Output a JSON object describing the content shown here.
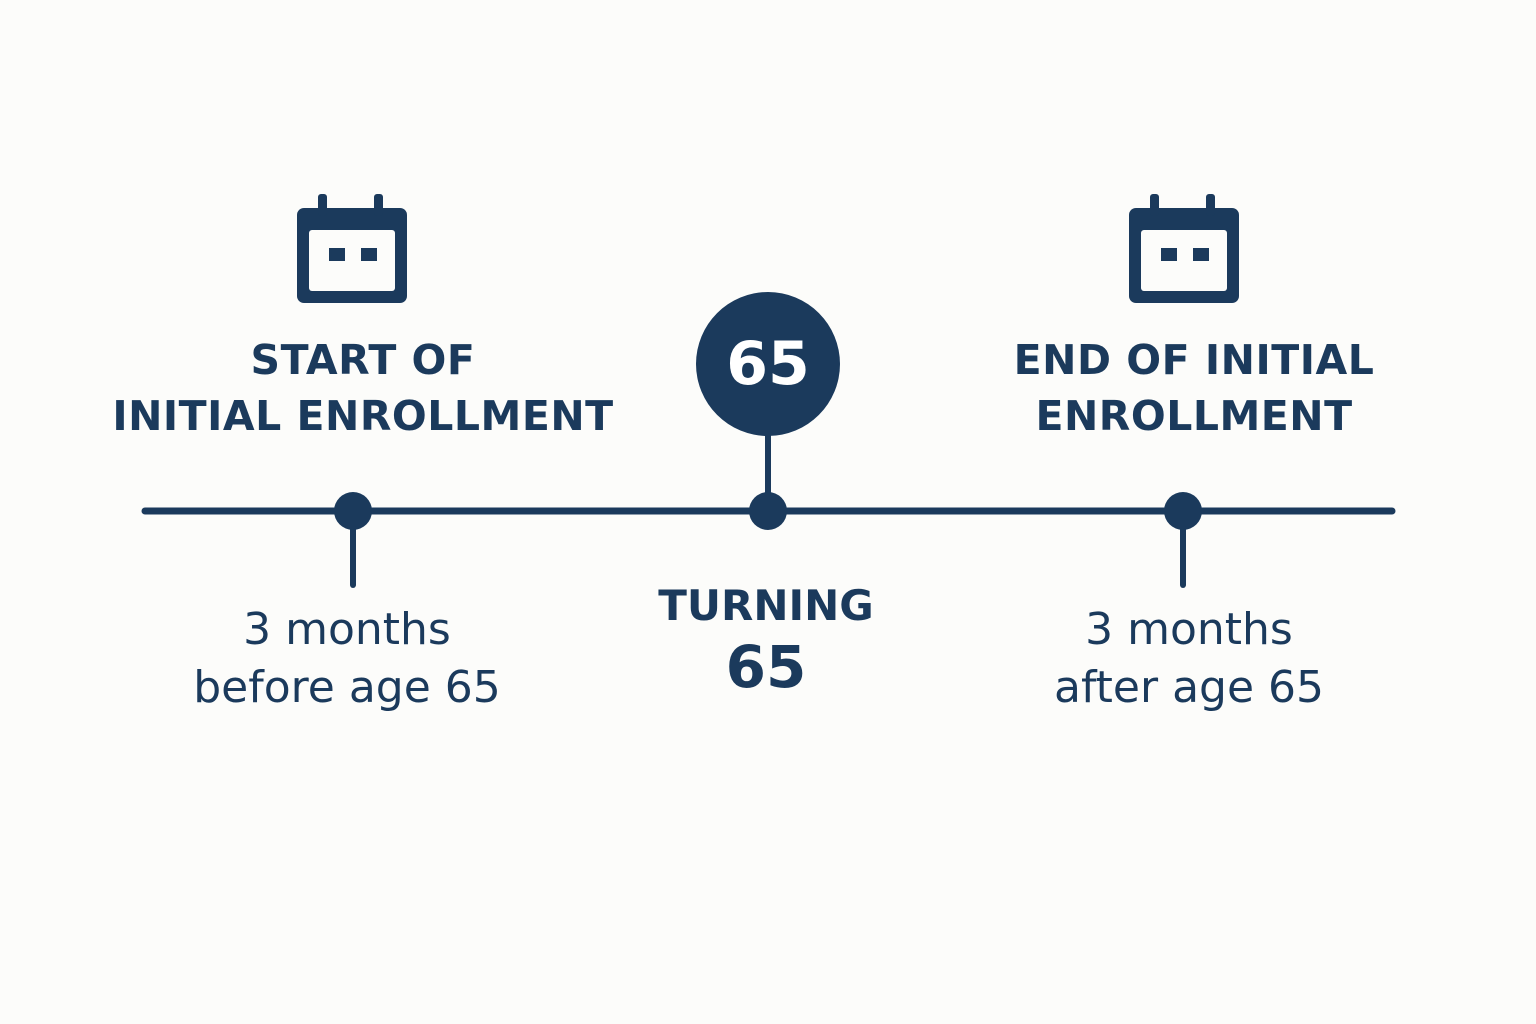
{
  "colors": {
    "primary": "#1b3a5c",
    "background": "#fcfcfa"
  },
  "start": {
    "icon": "calendar-icon",
    "title_line1": "START OF",
    "title_line2": "INITIAL ENROLLMENT",
    "desc_line1": "3 months",
    "desc_line2": "before age 65"
  },
  "middle": {
    "badge": "65",
    "label_line1": "TURNING",
    "label_line2": "65"
  },
  "end": {
    "icon": "calendar-icon",
    "title_line1": "END OF INITIAL",
    "title_line2": "ENROLLMENT",
    "desc_line1": "3 months",
    "desc_line2": "after age 65"
  }
}
